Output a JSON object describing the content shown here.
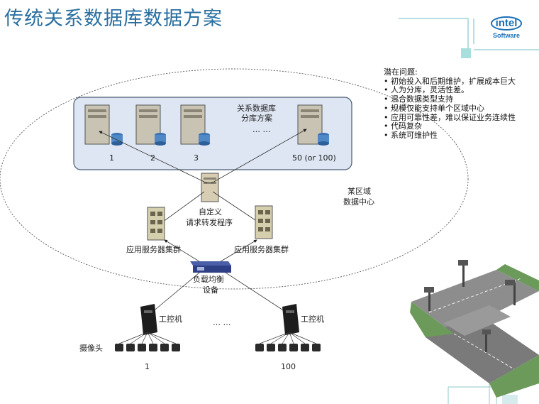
{
  "title": "传统关系数据库数据方案",
  "logo": {
    "brand": "intel",
    "sub": "Software"
  },
  "db_cluster": {
    "title_line1": "关系数据库",
    "title_line2": "分库方案",
    "ellipsis": "… …",
    "servers": [
      "1",
      "2",
      "3",
      "50 (or 100)"
    ]
  },
  "dispatcher": {
    "line1": "自定义",
    "line2": "请求转发程序"
  },
  "app_clusters": {
    "left": "应用服务器集群",
    "right": "应用服务器集群"
  },
  "load_balancer": {
    "line1": "负载均衡",
    "line2": "设备"
  },
  "region": {
    "line1": "某区域",
    "line2": "数据中心"
  },
  "workstations": {
    "left": "工控机",
    "right": "工控机",
    "ellipsis": "… …"
  },
  "cameras": {
    "label": "摄像头",
    "left_index": "1",
    "right_index": "100"
  },
  "issues": {
    "heading": "潜在问题:",
    "items": [
      "• 初始投入和后期维护，扩展成本巨大",
      "• 人为分库，灵活性差。",
      "• 混合数据类型支持",
      "• 规模仅能支持单个区域中心",
      "• 应用可靠性差，难以保证业务连续性",
      "• 代码复杂",
      "• 系统可维护性"
    ]
  },
  "colors": {
    "title": "#2a6fa0",
    "accent": "#1a6fb5",
    "panel": "#dde6f2",
    "teal": "#7ec8c8"
  }
}
